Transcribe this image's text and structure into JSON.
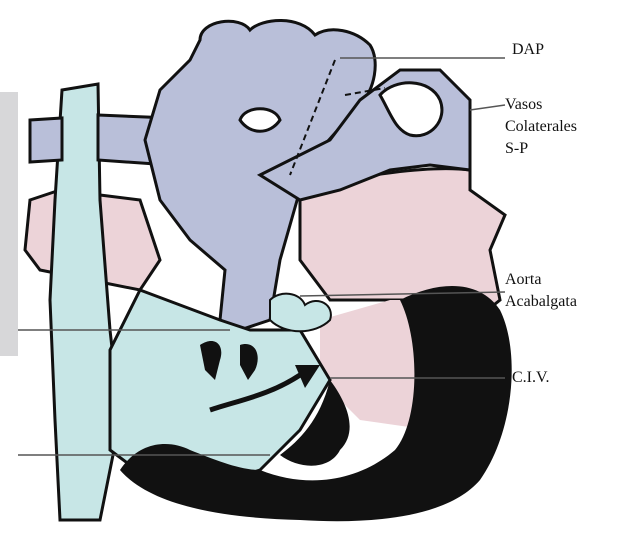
{
  "labels": {
    "dap": "DAP",
    "vasos_1": "Vasos",
    "vasos_2": "Colaterales",
    "vasos_3": "S-P",
    "aorta_1": "Aorta",
    "aorta_2": "Acabalgata",
    "civ": "C.I.V."
  },
  "colors": {
    "blue_vessels": "#b9bfd9",
    "light_blue_chambers": "#c7e6e6",
    "pink_tissue": "#ecd3d8",
    "outline": "#111111",
    "gray_panel": "#d7d7d9"
  }
}
